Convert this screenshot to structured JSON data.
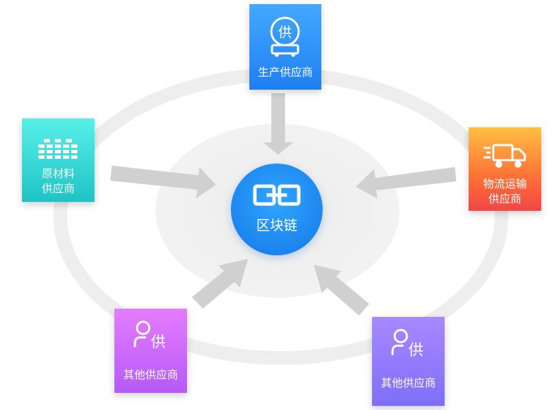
{
  "center": {
    "label": "区块链"
  },
  "nodes": {
    "top": {
      "label": "生产供应商",
      "glyph": "供"
    },
    "left": {
      "label_line1": "原材料",
      "label_line2": "供应商"
    },
    "right": {
      "label_line1": "物流运输",
      "label_line2": "供应商"
    },
    "bottom_left": {
      "label": "其他供应商",
      "glyph": "供"
    },
    "bottom_right": {
      "label": "其他供应商",
      "glyph": "供"
    }
  },
  "colors": {
    "top": "#1f7ff2",
    "left": "#1fc3c5",
    "right": "#ff7036",
    "bottom_left": "#b55af7",
    "bottom_right": "#7e6ef9",
    "center": "#1677e8",
    "arrow": "#d0d0d0",
    "ring": "#eeeeee"
  },
  "icons": {
    "top": "supply-badge-icon",
    "left": "materials-grid-icon",
    "right": "delivery-truck-icon",
    "bottom_left": "person-supplier-icon",
    "bottom_right": "person-supplier-icon",
    "center": "chain-link-icon"
  }
}
